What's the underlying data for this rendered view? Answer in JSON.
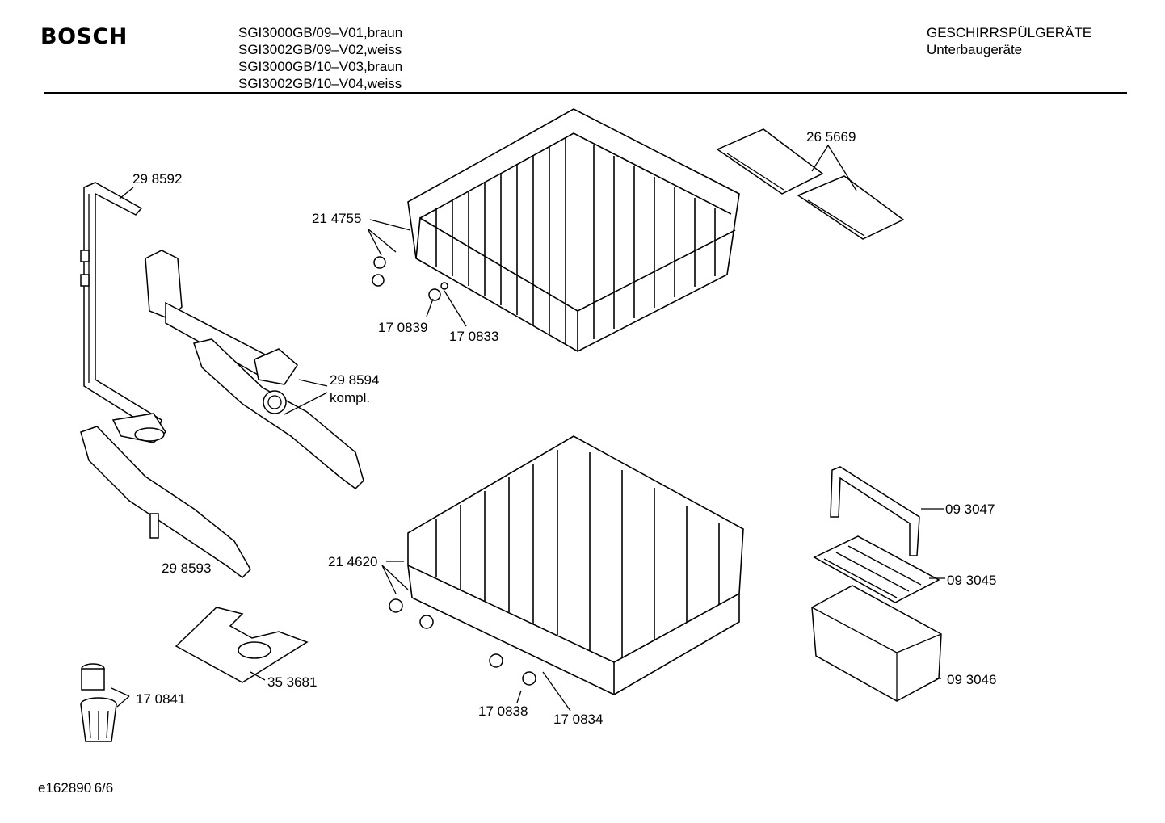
{
  "header": {
    "brand": "BOSCH",
    "models": [
      "SGI3000GB/09–V01,braun",
      "SGI3002GB/09–V02,weiss",
      "SGI3000GB/10–V03,braun",
      "SGI3002GB/10–V04,weiss"
    ],
    "category_line1": "GESCHIRRSPÜLGERÄTE",
    "category_line2": "Unterbaugeräte"
  },
  "parts": {
    "p298592": "29 8592",
    "p214755": "21 4755",
    "p265669": "26 5669",
    "p170839": "17 0839",
    "p170833": "17 0833",
    "p298594": "29 8594",
    "p298594_kompl": "kompl.",
    "p298593": "29 8593",
    "p214620": "21 4620",
    "p093047": "09 3047",
    "p093045": "09 3045",
    "p093046": "09 3046",
    "p353681": "35 3681",
    "p170841": "17 0841",
    "p170838": "17 0838",
    "p170834": "17 0834"
  },
  "footer": {
    "doc_id": "e162890 6/6"
  }
}
